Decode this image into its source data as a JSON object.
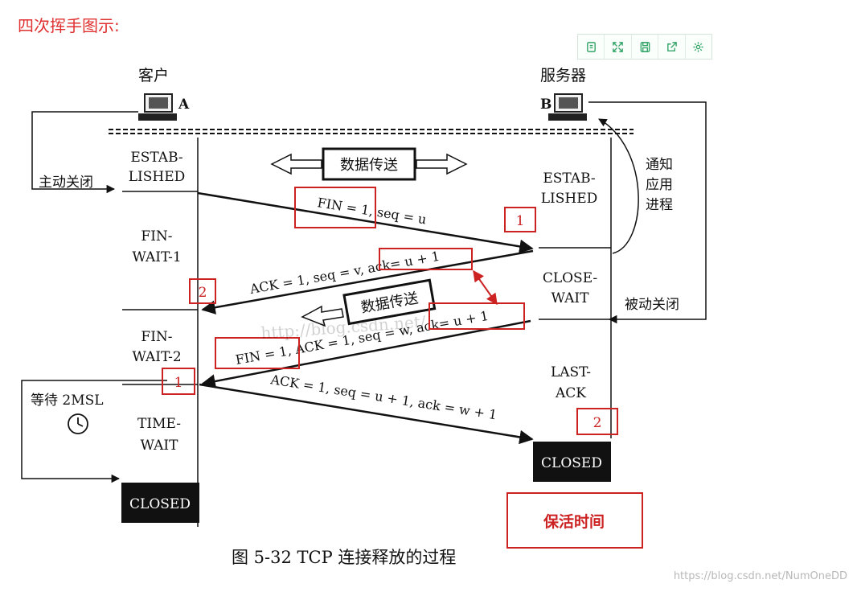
{
  "heading": "四次挥手图示:",
  "toolbar": {
    "icons": [
      "copy-icon",
      "fullscreen-icon",
      "save-icon",
      "share-icon",
      "settings-icon"
    ]
  },
  "diagram": {
    "client": {
      "title": "客户",
      "host": "A"
    },
    "server": {
      "title": "服务器",
      "host": "B"
    },
    "client_states": {
      "established_1": "ESTAB-",
      "established_2": "LISHED",
      "fin_wait1_1": "FIN-",
      "fin_wait1_2": "WAIT-1",
      "fin_wait2_1": "FIN-",
      "fin_wait2_2": "WAIT-2",
      "time_wait_1": "TIME-",
      "time_wait_2": "WAIT",
      "closed": "CLOSED"
    },
    "server_states": {
      "established_1": "ESTAB-",
      "established_2": "LISHED",
      "close_wait_1": "CLOSE-",
      "close_wait_2": "WAIT",
      "last_ack_1": "LAST-",
      "last_ack_2": "ACK",
      "closed": "CLOSED"
    },
    "active_close": "主动关闭",
    "passive_close": "被动关闭",
    "notify_app": [
      "通知",
      "应用",
      "进程"
    ],
    "wait_2msl": "等待 2MSL",
    "data_transfer": "数据传送",
    "data_transfer_2": "数据传送",
    "messages": {
      "fin1": "FIN = 1, seq = u",
      "ack1": "ACK = 1, seq = v, ack= u + 1",
      "fin2": "FIN = 1, ACK = 1, seq = w, ack= u + 1",
      "ack2": "ACK = 1, seq = u + 1, ack = w + 1"
    },
    "markers": {
      "m1": "1",
      "m2": "2",
      "m3": "1",
      "m4": "2"
    },
    "keepalive": "保活时间",
    "caption": "图 5-32   TCP 连接释放的过程",
    "url_watermark": "http://blog.csdn.net/"
  },
  "watermark": "https://blog.csdn.net/NumOneDD",
  "colors": {
    "accent_red": "#e03030",
    "box_red": "#cc2222",
    "toolbar_green": "#35a56a"
  }
}
